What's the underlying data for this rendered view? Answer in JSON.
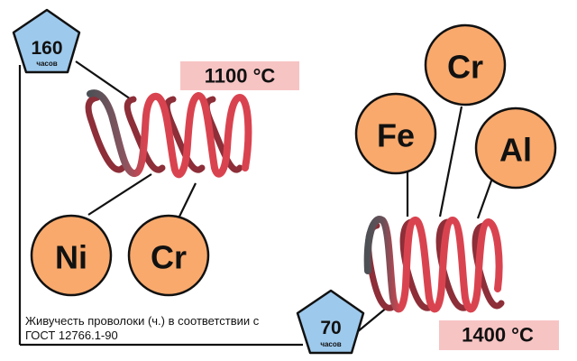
{
  "left_group": {
    "hours": {
      "value": "160",
      "unit": "часов"
    },
    "temperature": "1100 °C",
    "elements": [
      "Ni",
      "Cr"
    ]
  },
  "right_group": {
    "hours": {
      "value": "70",
      "unit": "часов"
    },
    "temperature": "1400 °C",
    "elements": [
      "Fe",
      "Cr",
      "Al"
    ]
  },
  "note": "Живучесть проволоки (ч.) в соответствии с ГОСТ 12766.1-90",
  "colors": {
    "element_fill": "#f9a96c",
    "hours_fill": "#9dc9ec",
    "temp_label_bg": "#f7c4c4",
    "coil_red": "#d9434f",
    "coil_gray": "#4d5156"
  }
}
